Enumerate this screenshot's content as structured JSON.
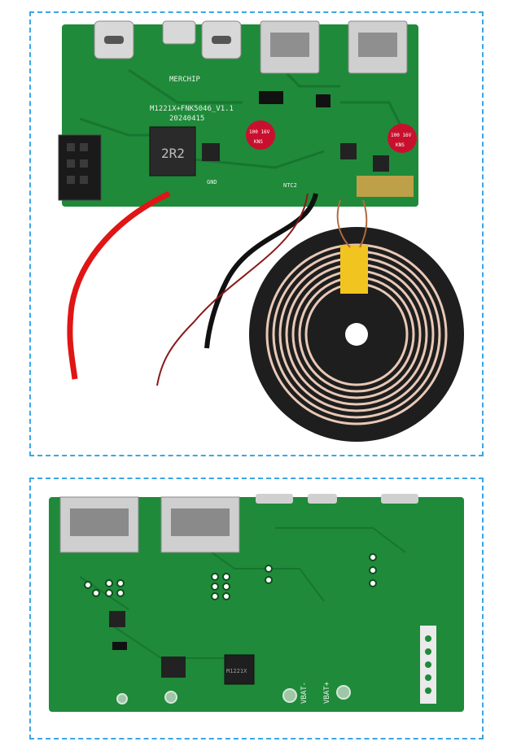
{
  "top_board": {
    "brand_label": "MERCHIP",
    "model_label": "M1221X+FNK5046_V1.1",
    "date_label": "20240415",
    "inductor_label": "2R2",
    "cap_left_label": "100 16V",
    "cap_right_label": "100 16V",
    "cap_brand": "KNS",
    "gnd_label": "GND",
    "ntc_label": "NTC2"
  },
  "bottom_board": {
    "vbat_minus_label": "VBAT-",
    "vbat_plus_label": "VBAT+",
    "chip_label": "M1221X"
  },
  "colors": {
    "pcb_green": "#1f8a3a",
    "pcb_dark": "#16702d",
    "frame_border": "#3aa6e6",
    "coil_copper": "#e8c8b6",
    "coil_tape": "#f2c41f"
  }
}
